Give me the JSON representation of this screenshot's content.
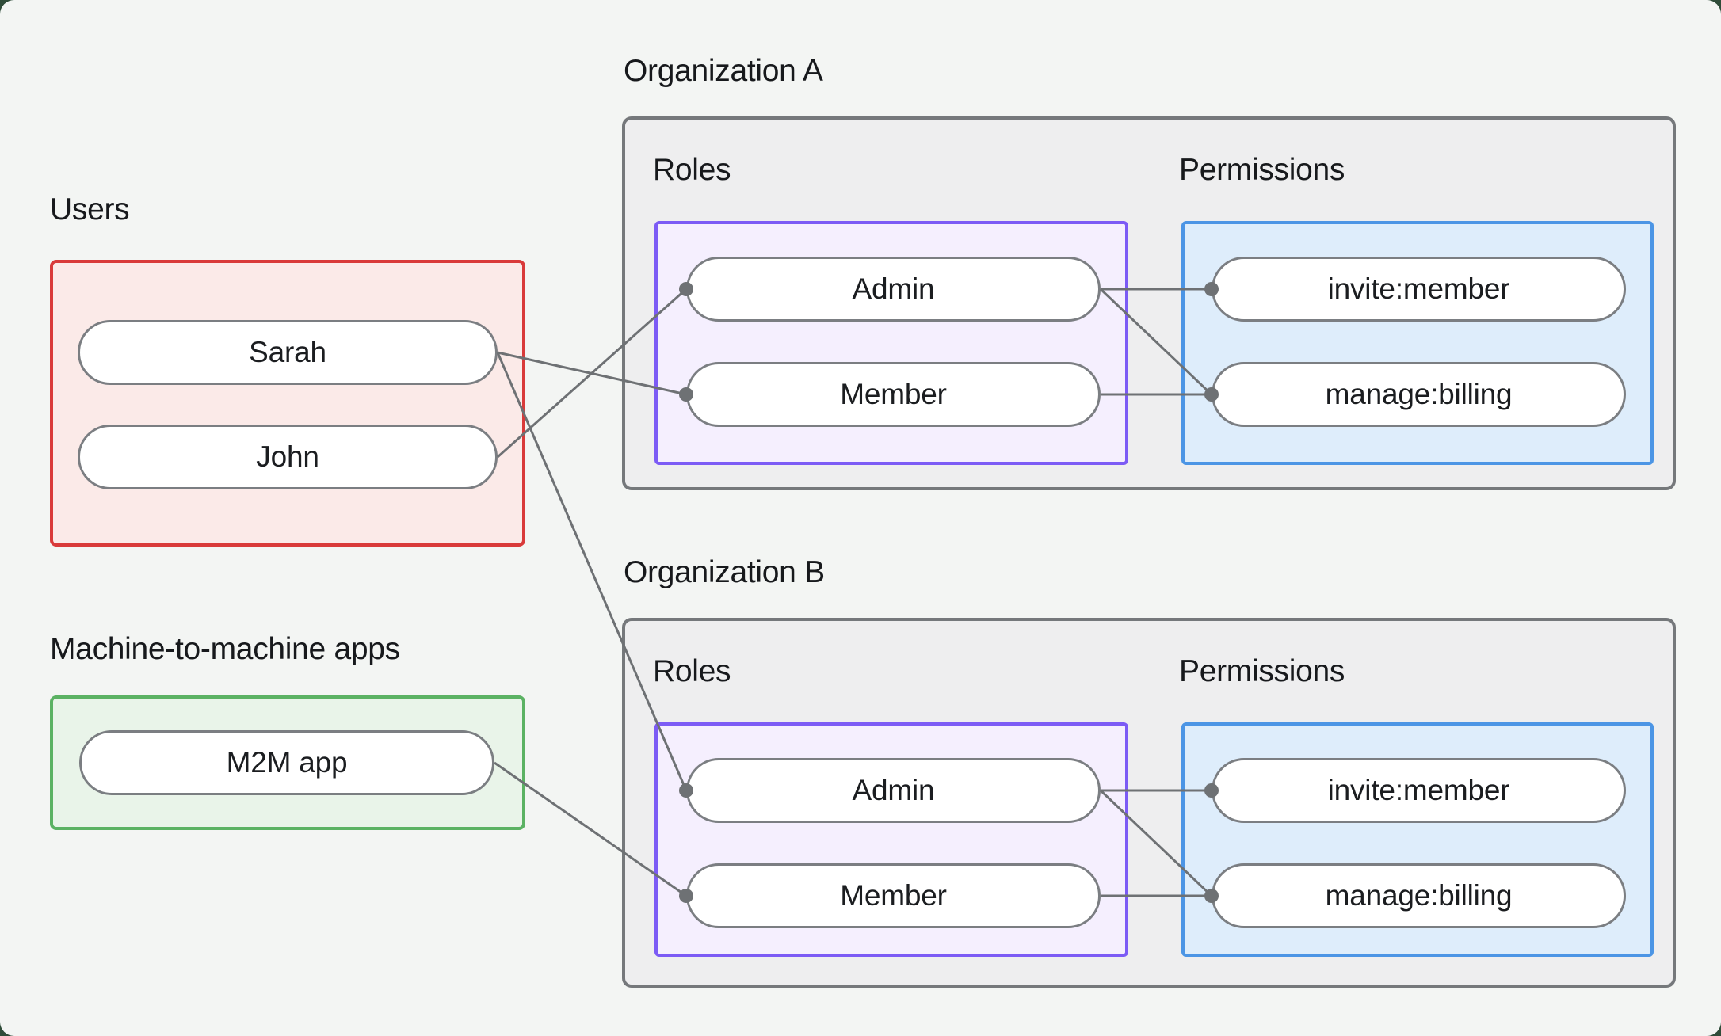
{
  "colors": {
    "page_behind_card": "#2f4c39",
    "card_background": "#f3f5f3",
    "users_box_border": "#d93a3a",
    "users_box_fill": "#fbeae8",
    "m2m_box_border": "#5bb263",
    "m2m_box_fill": "#e9f4e9",
    "org_box_border": "#75787b",
    "org_box_fill": "#eeeeef",
    "roles_box_border": "#7c5bf5",
    "roles_box_fill": "#f5effe",
    "permissions_box_border": "#4c95e5",
    "permissions_box_fill": "#deedfb",
    "pill_border": "#7b7e82",
    "pill_fill": "#ffffff",
    "edge_and_dot": "#6e7174",
    "text": "#17191c"
  },
  "groups": {
    "users": {
      "label": "Users",
      "items": [
        {
          "id": "sarah",
          "label": "Sarah"
        },
        {
          "id": "john",
          "label": "John"
        }
      ]
    },
    "m2m": {
      "label": "Machine-to-machine apps",
      "items": [
        {
          "id": "m2m-app",
          "label": "M2M app"
        }
      ]
    }
  },
  "organizations": [
    {
      "id": "org-a",
      "title": "Organization A",
      "roles_label": "Roles",
      "permissions_label": "Permissions",
      "roles": [
        {
          "id": "admin",
          "label": "Admin"
        },
        {
          "id": "member",
          "label": "Member"
        }
      ],
      "permissions": [
        {
          "id": "invite-member",
          "label": "invite:member"
        },
        {
          "id": "manage-billing",
          "label": "manage:billing"
        }
      ]
    },
    {
      "id": "org-b",
      "title": "Organization B",
      "roles_label": "Roles",
      "permissions_label": "Permissions",
      "roles": [
        {
          "id": "admin",
          "label": "Admin"
        },
        {
          "id": "member",
          "label": "Member"
        }
      ],
      "permissions": [
        {
          "id": "invite-member",
          "label": "invite:member"
        },
        {
          "id": "manage-billing",
          "label": "manage:billing"
        }
      ]
    }
  ],
  "connections": [
    {
      "from": "user-sarah",
      "to": "org-a-role-member"
    },
    {
      "from": "user-john",
      "to": "org-a-role-admin"
    },
    {
      "from": "user-sarah",
      "to": "org-b-role-admin"
    },
    {
      "from": "m2m-app",
      "to": "org-b-role-member"
    },
    {
      "from": "org-a-role-admin",
      "to": "org-a-permission-invite-member"
    },
    {
      "from": "org-a-role-admin",
      "to": "org-a-permission-manage-billing"
    },
    {
      "from": "org-a-role-member",
      "to": "org-a-permission-manage-billing"
    },
    {
      "from": "org-b-role-admin",
      "to": "org-b-permission-invite-member"
    },
    {
      "from": "org-b-role-admin",
      "to": "org-b-permission-manage-billing"
    },
    {
      "from": "org-b-role-member",
      "to": "org-b-permission-manage-billing"
    }
  ]
}
